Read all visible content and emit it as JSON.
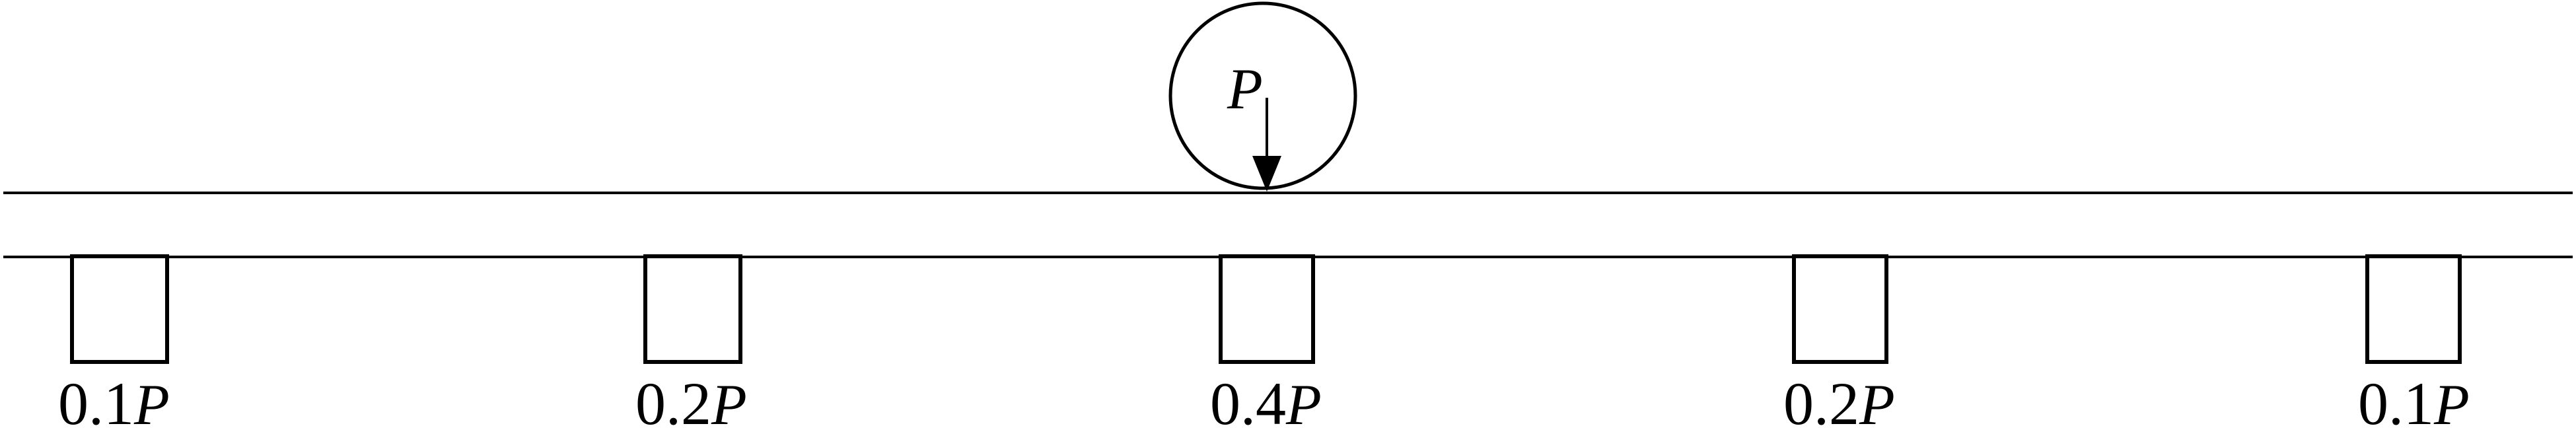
{
  "diagram": {
    "load": {
      "symbol": "P"
    },
    "supports": [
      {
        "coefficient": "0.1",
        "symbol": "P"
      },
      {
        "coefficient": "0.2",
        "symbol": "P"
      },
      {
        "coefficient": "0.4",
        "symbol": "P"
      },
      {
        "coefficient": "0.2",
        "symbol": "P"
      },
      {
        "coefficient": "0.1",
        "symbol": "P"
      }
    ],
    "colors": {
      "stroke": "#000000",
      "background": "#ffffff"
    }
  }
}
